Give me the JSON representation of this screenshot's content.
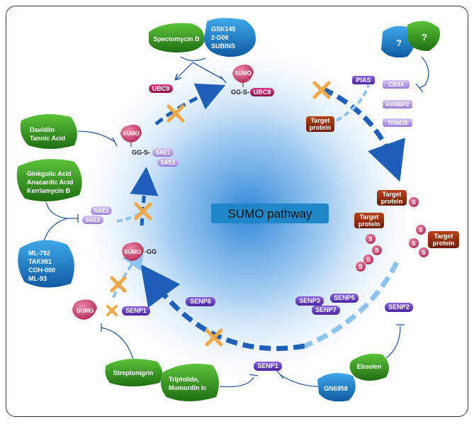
{
  "title": "SUMO pathway",
  "inhibitors": {
    "spectomycin": "Spectomycin B",
    "gsk": [
      "GSK145",
      "2-D08",
      "SUBINS"
    ],
    "unknown": [
      "?",
      "?"
    ],
    "davidiin": [
      "Davidiin",
      "Tannic Acid"
    ],
    "ginkgolic": [
      "Ginkgolic Acid",
      "Anacardic Acid",
      "Kerriamycin B"
    ],
    "ml792": [
      "ML-792",
      "TAK981",
      "COH-000",
      "ML-93"
    ],
    "streptonigrin": "Streptonigrin",
    "triptolide": [
      "Triptolide,",
      "Momordin Ic"
    ],
    "gn6958": "GN6958",
    "ebselen": "Ebselen"
  },
  "enzymes": {
    "ubc9_free": "UBC9",
    "ubc9_bound": "UBC9",
    "gg_s_ubc9": "GG-S-",
    "pias": "PIAS",
    "cbx4": "CBX4",
    "ranbp2": "RANBP2",
    "trim28": "TRIM28",
    "sae1_bound": "SAE1",
    "sae2_bound": "SAE2",
    "gg_s_sae": "GG-S-",
    "sae1_free": "SAE1",
    "sae2_free": "SAE2",
    "senp1_left": "SENP1",
    "senp1_bottom": "SENP1",
    "senp2": "SENP2",
    "senp3": "SENP3",
    "senp5": "SENP5",
    "senp6": "SENP6",
    "senp7": "SENP7"
  },
  "sumo": {
    "sumo_ubc9": "SUMO",
    "sumo_sae": "SUMO",
    "sumo_gg": "SUMO",
    "gg_suffix": "-GG",
    "sumo_free": "SUMO",
    "s": "S"
  },
  "target": [
    "Target",
    "protein"
  ],
  "colors": {
    "green": "#2f8f1e",
    "blue": "#1f7fc4",
    "pink": "#c43d6b",
    "magenta": "#b01466",
    "purple": "#6a3fc0",
    "lilac": "#a98fdc",
    "brown": "#8b2a0c",
    "orange_x": "#f0a040",
    "arrow_blue": "#2a6fc0",
    "title_box": "#1f86c8"
  }
}
